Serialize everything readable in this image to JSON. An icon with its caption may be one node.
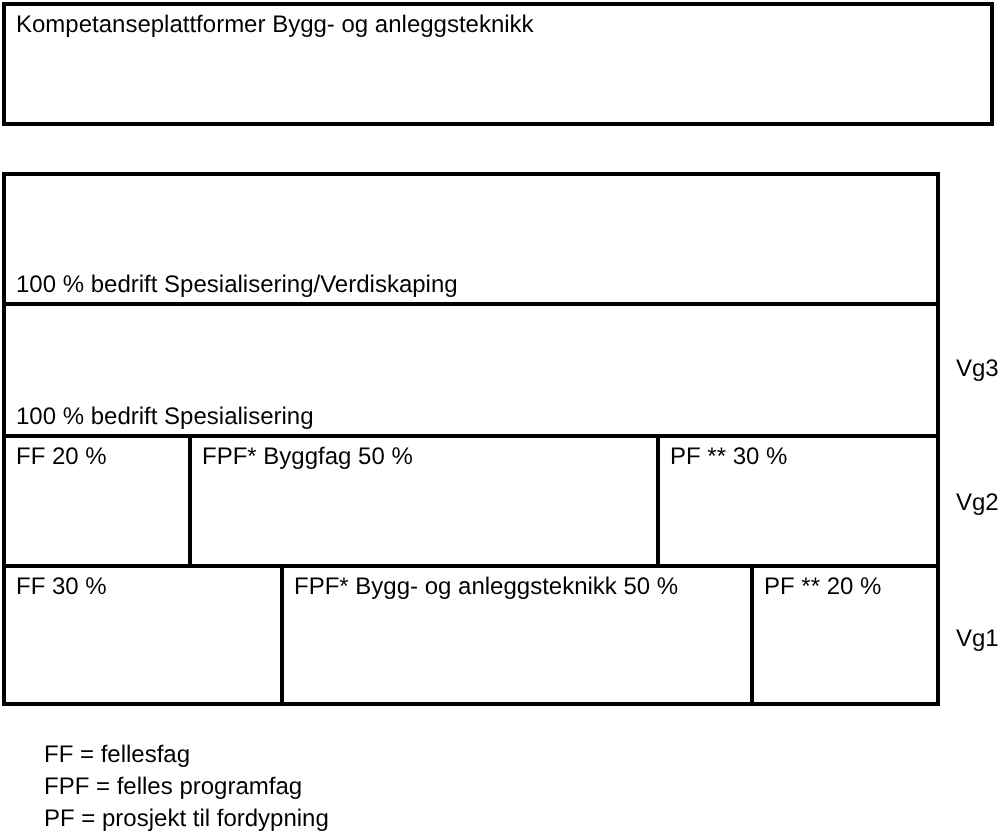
{
  "diagram": {
    "nodes": [
      {
        "text": [
          "Kompetanseplattformer Bygg- og anleggsteknikk"
        ]
      },
      {
        "text": [
          "100 % bedrift Spesialisering/Verdiskaping"
        ]
      },
      {
        "text": [
          "100 % bedrift Spesialisering"
        ]
      },
      {
        "text": [
          "FF 20 %"
        ]
      },
      {
        "text": [
          "FPF* Byggfag 50 %"
        ]
      },
      {
        "text": [
          "PF ** 30 %"
        ]
      },
      {
        "text": [
          "FF 30 %"
        ]
      },
      {
        "text": [
          "FPF* Bygg- og anleggsteknikk 50 %"
        ]
      },
      {
        "text": [
          "PF ** 20 %"
        ]
      }
    ],
    "labels": [
      "Vg3",
      "Vg2",
      "Vg1",
      "FF = fellesfag",
      "FPF = felles programfag",
      "PF = prosjekt til fordypning"
    ]
  }
}
